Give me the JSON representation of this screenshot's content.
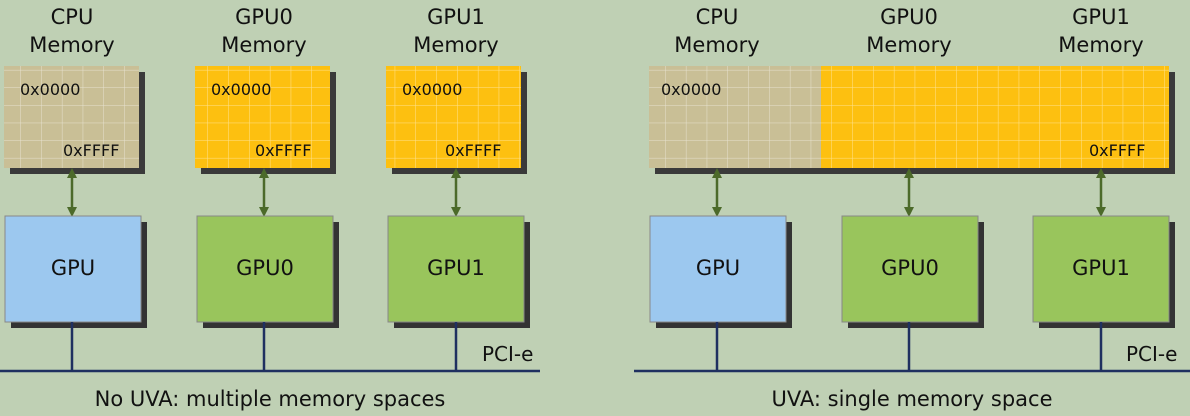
{
  "left": {
    "memories": [
      {
        "line1": "CPU",
        "line2": "Memory",
        "start": "0x0000",
        "end": "0xFFFF"
      },
      {
        "line1": "GPU0",
        "line2": "Memory",
        "start": "0x0000",
        "end": "0xFFFF"
      },
      {
        "line1": "GPU1",
        "line2": "Memory",
        "start": "0x0000",
        "end": "0xFFFF"
      }
    ],
    "processors": [
      "GPU",
      "GPU0",
      "GPU1"
    ],
    "bus_label": "PCI-e",
    "caption": "No UVA: multiple memory spaces"
  },
  "right": {
    "memories": [
      {
        "line1": "CPU",
        "line2": "Memory"
      },
      {
        "line1": "GPU0",
        "line2": "Memory"
      },
      {
        "line1": "GPU1",
        "line2": "Memory"
      }
    ],
    "start": "0x0000",
    "end": "0xFFFF",
    "processors": [
      "GPU",
      "GPU0",
      "GPU1"
    ],
    "bus_label": "PCI-e",
    "caption": "UVA: single memory space"
  },
  "colors": {
    "background": "#bfd0b4",
    "cpu_memory": "#c9bf96",
    "gpu_memory": "#fdc010",
    "cpu_box": "#9cc8ef",
    "gpu_box": "#99c55c",
    "arrow": "#4c6a2a",
    "bus": "#1f3060"
  }
}
